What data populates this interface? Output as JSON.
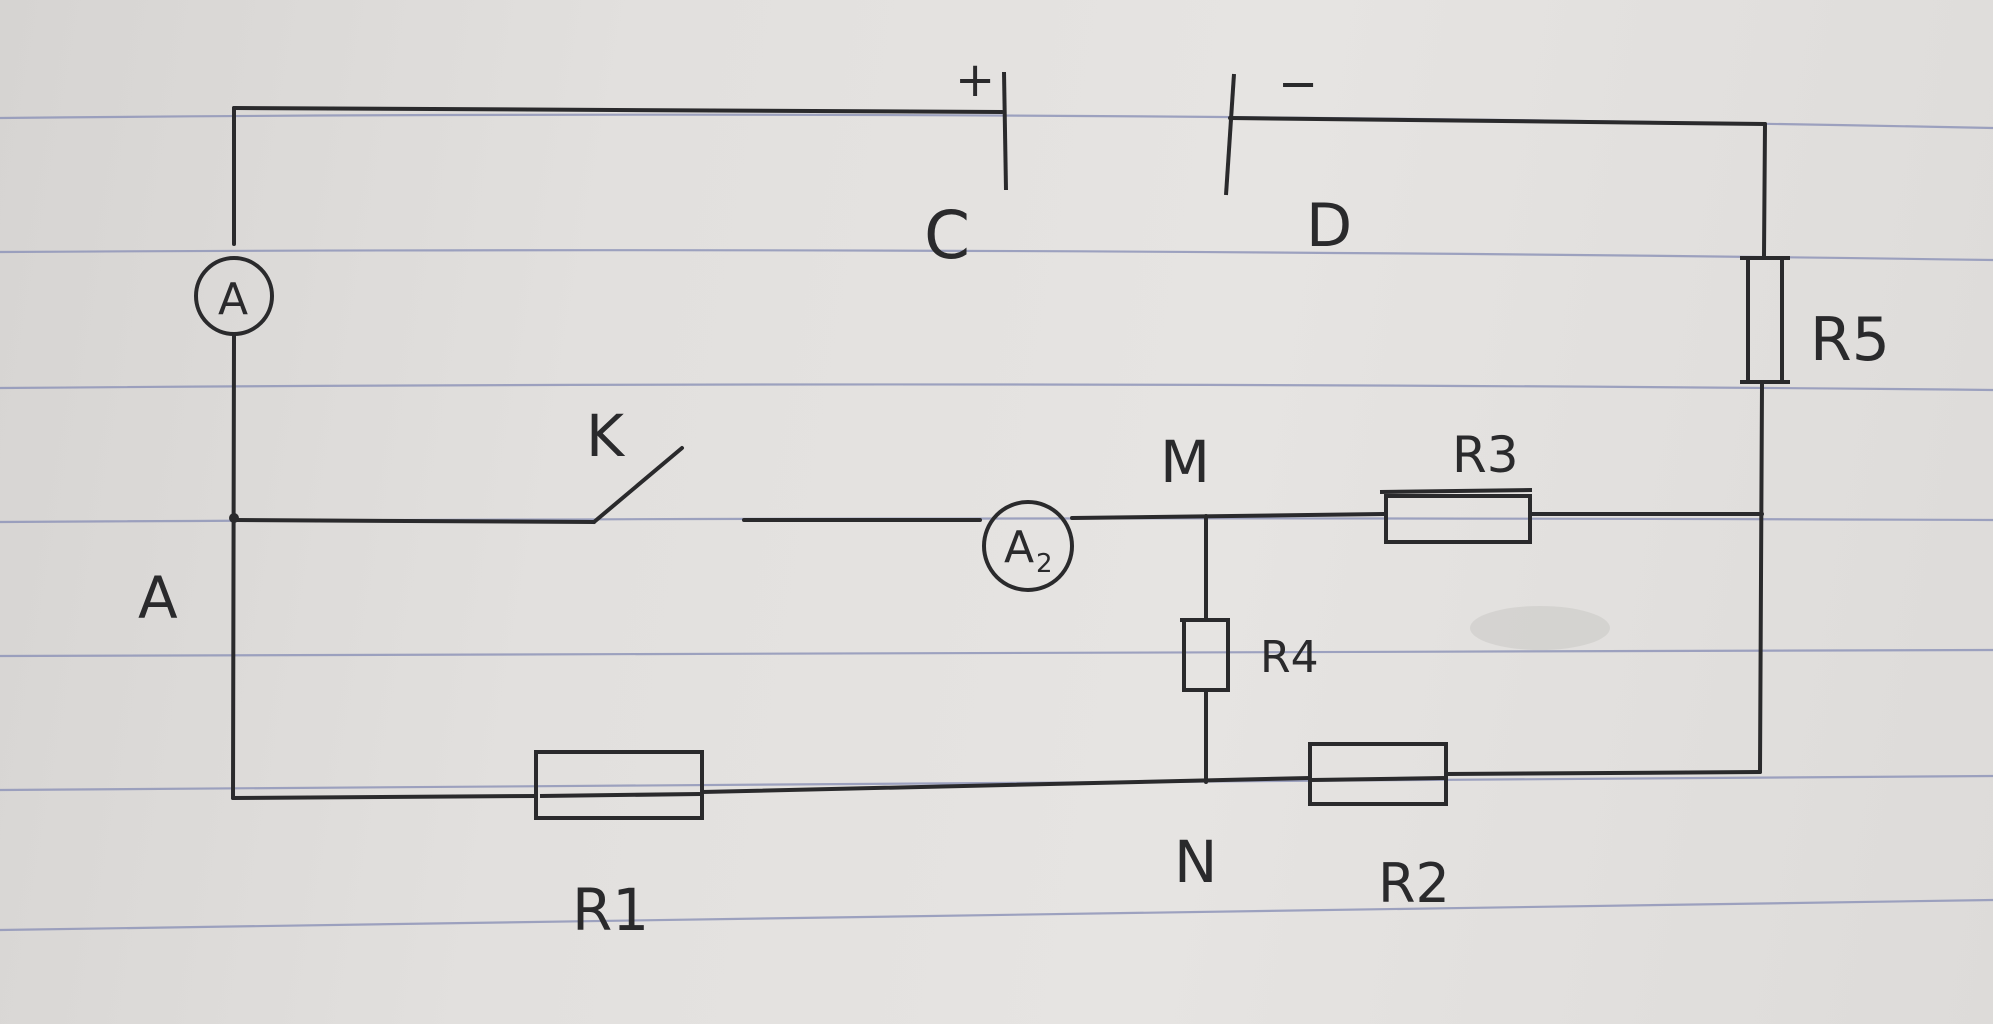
{
  "diagram": {
    "labels": {
      "plus": "+",
      "minus": "−",
      "C": "C",
      "D": "D",
      "ammeter_1": "A",
      "ammeter_2": "A",
      "ammeter_2_sub": "2",
      "node_A": "A",
      "switch_K": "K",
      "node_M": "M",
      "node_N": "N",
      "R1": "R1",
      "R2": "R2",
      "R3": "R3",
      "R4": "R4",
      "R5": "R5"
    },
    "colors": {
      "ink": "#2a2a2c",
      "rule_lines": "#8f95b8",
      "paper": "#e2e0de"
    }
  }
}
